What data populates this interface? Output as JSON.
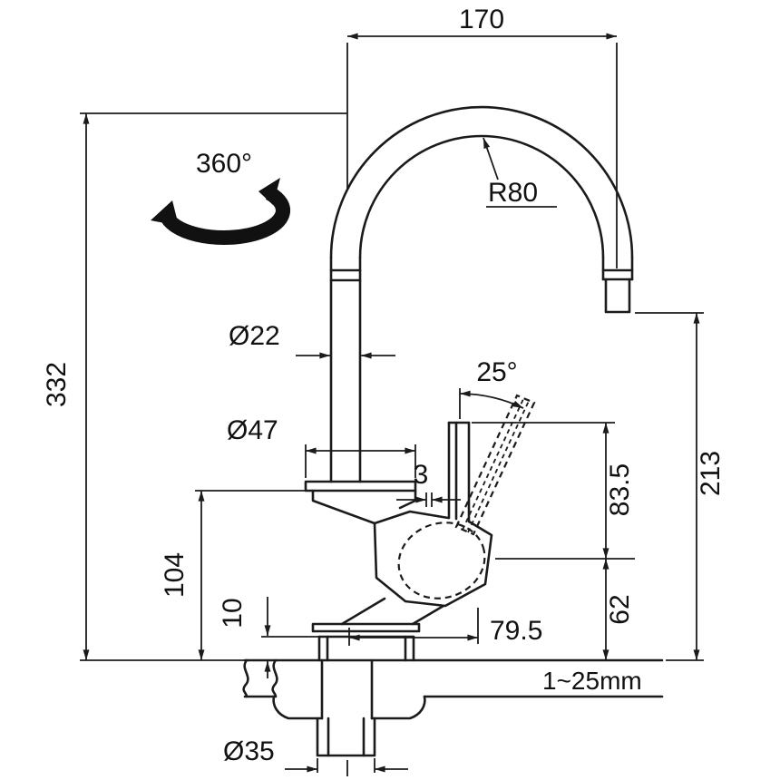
{
  "drawing": {
    "type": "technical-dimension-diagram",
    "subject": "kitchen faucet side elevation with installation dimensions",
    "colors": {
      "line": "#1b1b1b",
      "background": "#ffffff"
    },
    "dimensions": {
      "spout_reach": "170",
      "swivel_range": "360°",
      "spout_radius": "R80",
      "pipe_diameter": "Ø22",
      "overall_height": "332",
      "handle_angle": "25°",
      "flange_diameter": "Ø47",
      "handle_gap": "3",
      "body_height": "104",
      "handle_to_mid": "83.5",
      "outlet_height": "213",
      "base_lip_height": "10",
      "mid_to_deck": "62",
      "handle_reach": "79.5",
      "deck_thickness": "1~25mm",
      "shank_diameter": "Ø35"
    }
  }
}
